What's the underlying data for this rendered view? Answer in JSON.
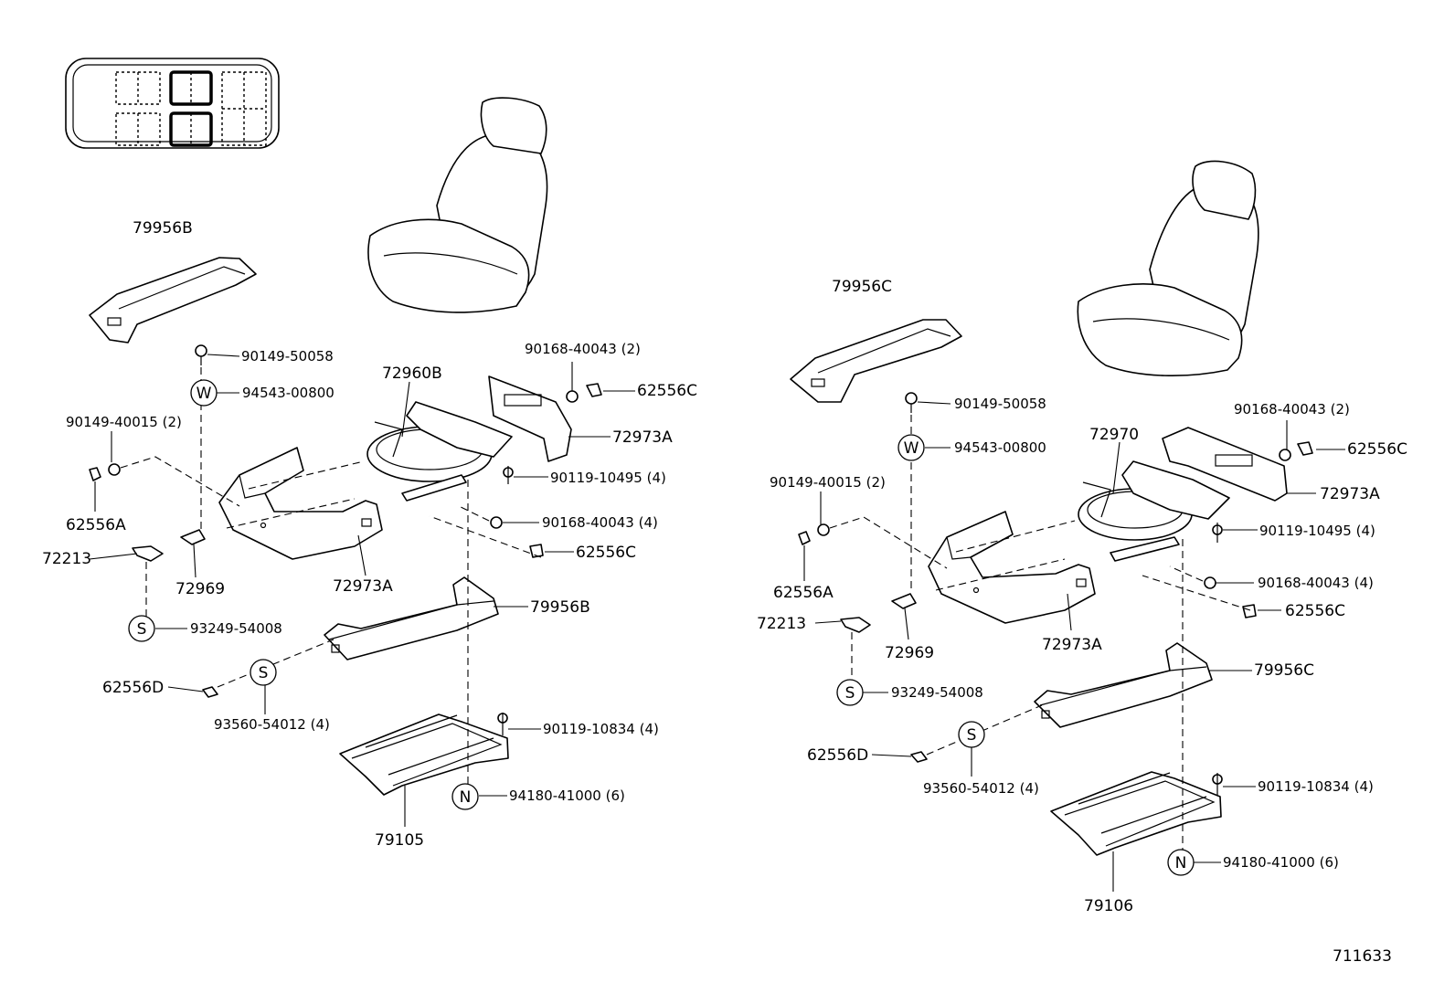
{
  "callouts": {
    "w_symbol": "W",
    "s_symbol": "S",
    "n_symbol": "N"
  },
  "left_assembly": {
    "p_79956B_top": "79956B",
    "p_90149_50058": "90149-50058",
    "p_94543_00800": "94543-00800",
    "p_90149_40015": "90149-40015 (2)",
    "p_62556A": "62556A",
    "p_72213": "72213",
    "p_72969": "72969",
    "p_93249_54008": "93249-54008",
    "p_62556D": "62556D",
    "p_93560_54012": "93560-54012 (4)",
    "p_72960B": "72960B",
    "p_90168_40043_2": "90168-40043 (2)",
    "p_62556C_top": "62556C",
    "p_72973A_right": "72973A",
    "p_90119_10495": "90119-10495 (4)",
    "p_90168_40043_4": "90168-40043 (4)",
    "p_62556C_mid": "62556C",
    "p_72973A_bottom": "72973A",
    "p_79956B_bottom": "79956B",
    "p_90119_10834": "90119-10834 (4)",
    "p_94180_41000": "94180-41000 (6)",
    "p_79105": "79105"
  },
  "right_assembly": {
    "p_79956C_top": "79956C",
    "p_90149_50058": "90149-50058",
    "p_94543_00800": "94543-00800",
    "p_90168_40043_2": "90168-40043 (2)",
    "p_62556C_top": "62556C",
    "p_72970": "72970",
    "p_72973A_right": "72973A",
    "p_90149_40015": "90149-40015 (2)",
    "p_90119_10495": "90119-10495 (4)",
    "p_62556A": "62556A",
    "p_90168_40043_4": "90168-40043 (4)",
    "p_62556C_mid": "62556C",
    "p_72213": "72213",
    "p_72969": "72969",
    "p_72973A_bottom": "72973A",
    "p_79956C_bottom": "79956C",
    "p_93249_54008": "93249-54008",
    "p_62556D": "62556D",
    "p_93560_54012": "93560-54012 (4)",
    "p_90119_10834": "90119-10834 (4)",
    "p_94180_41000": "94180-41000 (6)",
    "p_79106": "79106"
  },
  "figure_id": "711633"
}
